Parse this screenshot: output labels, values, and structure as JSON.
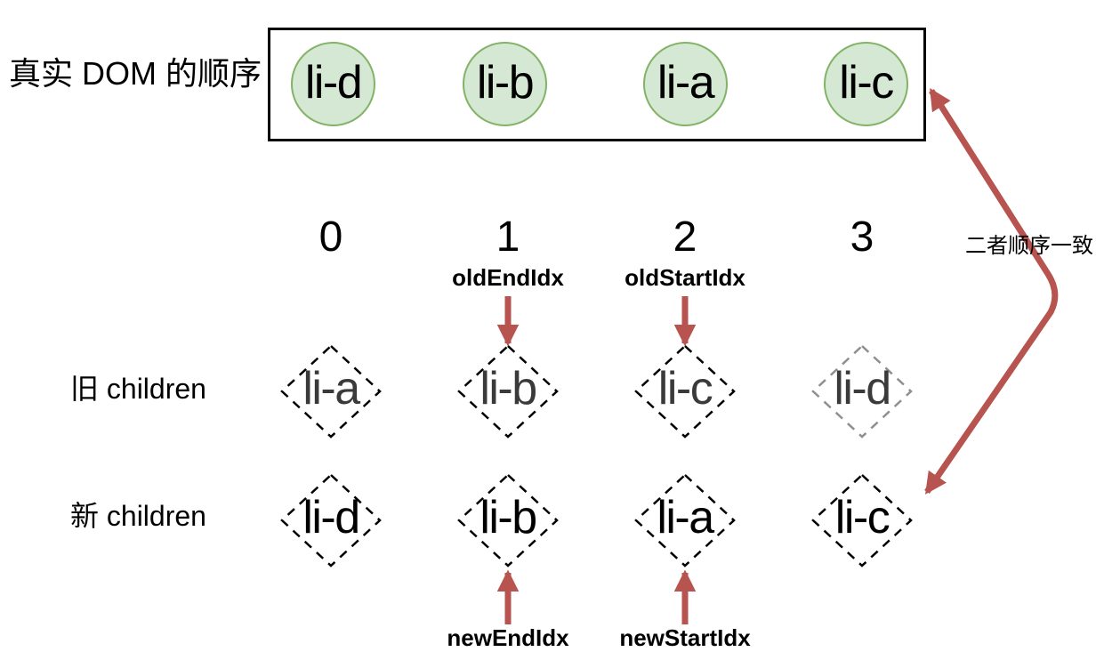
{
  "colors": {
    "arrow_red": "#b85450",
    "circle_fill": "#d5e8d4",
    "circle_stroke": "#82b366",
    "diamond_stroke": "#000000",
    "diamond_stroke_faded": "#8f8f8f",
    "old_text": "#3a3a3a",
    "new_text": "#000000"
  },
  "real_dom": {
    "label": "真实 DOM 的顺序",
    "items": [
      "li-d",
      "li-b",
      "li-a",
      "li-c"
    ]
  },
  "indices": [
    "0",
    "1",
    "2",
    "3"
  ],
  "pointers": {
    "old_end": "oldEndIdx",
    "old_start": "oldStartIdx",
    "new_end": "newEndIdx",
    "new_start": "newStartIdx"
  },
  "old_children": {
    "label": "旧 children",
    "items": [
      "li-a",
      "li-b",
      "li-c",
      "li-d"
    ]
  },
  "new_children": {
    "label": "新 children",
    "items": [
      "li-d",
      "li-b",
      "li-a",
      "li-c"
    ]
  },
  "annotation": "二者顺序一致"
}
